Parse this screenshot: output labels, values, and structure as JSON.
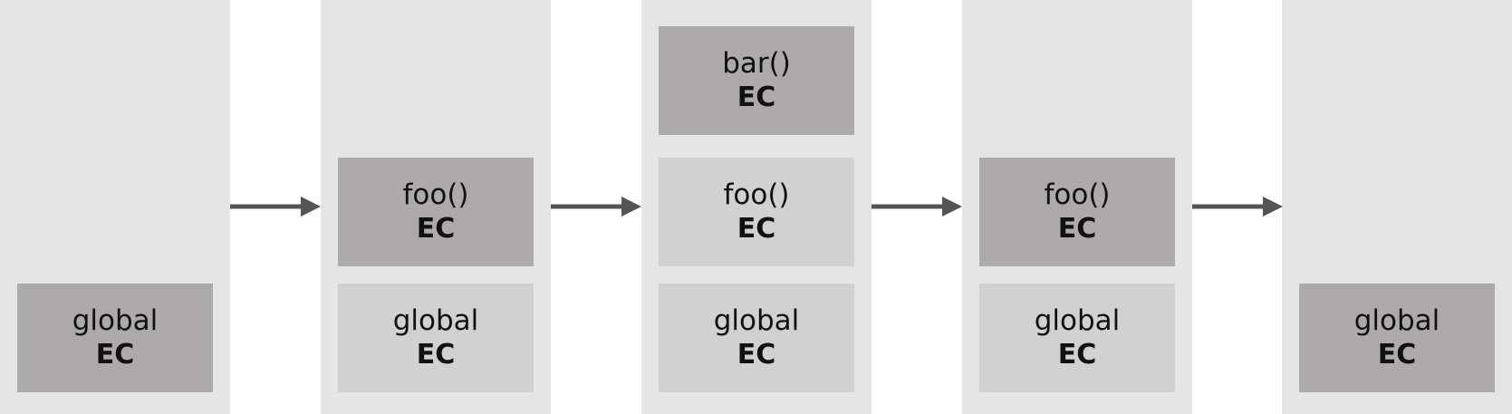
{
  "columns": [
    {
      "boxes": [
        {
          "slot": "bottom",
          "state": "active",
          "fn": "global",
          "tag": "EC"
        }
      ]
    },
    {
      "boxes": [
        {
          "slot": "mid",
          "state": "active",
          "fn": "foo()",
          "tag": "EC"
        },
        {
          "slot": "bottom",
          "state": "inactive",
          "fn": "global",
          "tag": "EC"
        }
      ]
    },
    {
      "boxes": [
        {
          "slot": "top",
          "state": "active",
          "fn": "bar()",
          "tag": "EC"
        },
        {
          "slot": "mid",
          "state": "inactive",
          "fn": "foo()",
          "tag": "EC"
        },
        {
          "slot": "bottom",
          "state": "inactive",
          "fn": "global",
          "tag": "EC"
        }
      ]
    },
    {
      "boxes": [
        {
          "slot": "mid",
          "state": "active",
          "fn": "foo()",
          "tag": "EC"
        },
        {
          "slot": "bottom",
          "state": "inactive",
          "fn": "global",
          "tag": "EC"
        }
      ]
    },
    {
      "boxes": [
        {
          "slot": "bottom",
          "state": "active",
          "fn": "global",
          "tag": "EC"
        }
      ]
    }
  ],
  "colors": {
    "column_bg": "#e6e5e5",
    "active_box": "#aeaaa9",
    "inactive_box": "#d2d1d1",
    "arrow": "#555555"
  }
}
